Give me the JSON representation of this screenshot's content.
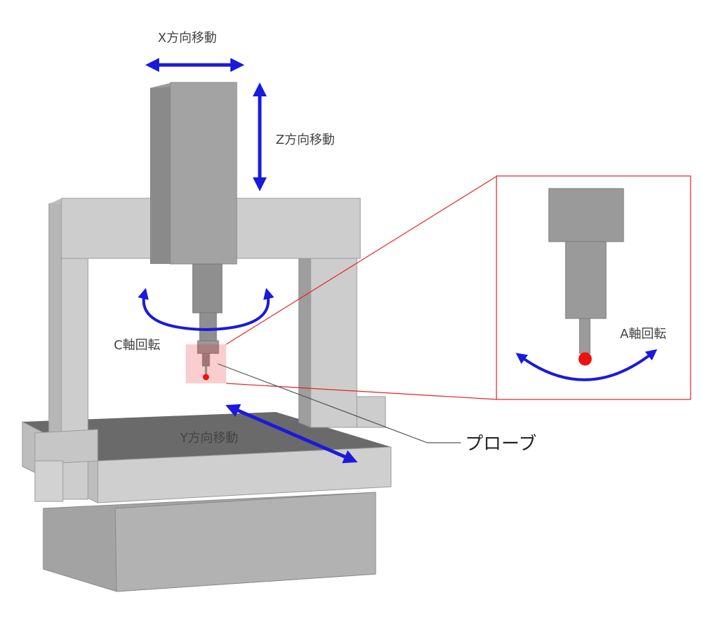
{
  "labels": {
    "x_move": "X方向移動",
    "z_move": "Z方向移動",
    "y_move": "Y方向移動",
    "c_rotation": "C軸回転",
    "a_rotation": "A軸回転",
    "probe": "プローブ"
  },
  "colors": {
    "arrow": "#1a1adc",
    "highlight": "#e82020",
    "probe_tip": "#ee1111",
    "machine_light": "#cdcdcd",
    "machine_mid": "#a8a8a8",
    "machine_dark": "#8e8e8e",
    "table_top": "#6a6a6a",
    "leader_line": "#555555"
  }
}
